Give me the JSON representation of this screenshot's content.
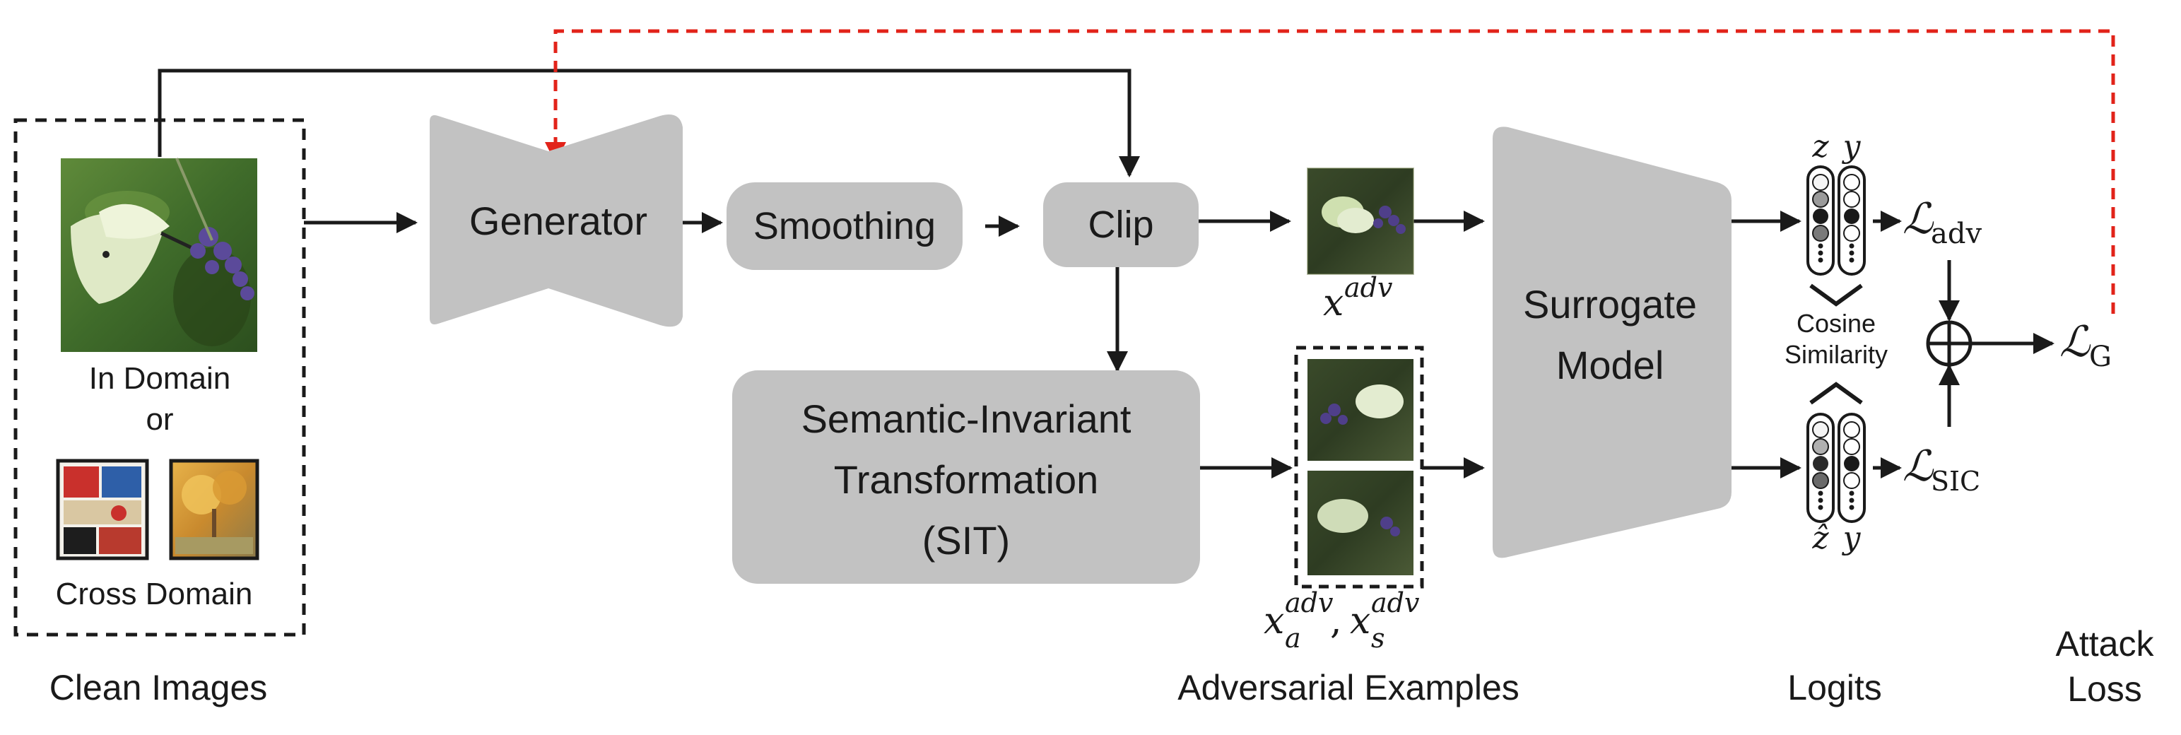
{
  "colors": {
    "box_fill": "#c2c2c2",
    "arrow": "#1a1a1a",
    "feedback": "#e2231a"
  },
  "input": {
    "in_domain": "In Domain",
    "or": "or",
    "cross_domain": "Cross Domain",
    "caption": "Clean Images"
  },
  "blocks": {
    "generator": "Generator",
    "smoothing": "Smoothing",
    "clip": "Clip",
    "sit_line1": "Semantic-Invariant",
    "sit_line2": "Transformation",
    "sit_line3": "(SIT)",
    "surrogate_line1": "Surrogate",
    "surrogate_line2": "Model"
  },
  "adversarial": {
    "x_adv_base": "x",
    "x_adv_sup": "adv",
    "xa_base": "x",
    "xa_sup": "adv",
    "xa_sub": "a",
    "sep": ",",
    "xs_base": "x",
    "xs_sup": "adv",
    "xs_sub": "s",
    "caption": "Adversarial Examples"
  },
  "logits": {
    "z": "z",
    "y": "y",
    "z_hat": "ẑ",
    "y2": "y",
    "cosine_line1": "Cosine",
    "cosine_line2": "Similarity",
    "caption": "Logits"
  },
  "loss": {
    "l_adv_symbol": "ℒ",
    "l_adv_sub": "adv",
    "l_sic_symbol": "ℒ",
    "l_sic_sub": "SIC",
    "l_g_symbol": "ℒ",
    "l_g_sub": "G",
    "caption_line1": "Attack",
    "caption_line2": "Loss"
  },
  "icons": [
    "butterfly-image",
    "comic-image",
    "painting-image",
    "plus-circle-icon",
    "logit-vector-icon"
  ]
}
